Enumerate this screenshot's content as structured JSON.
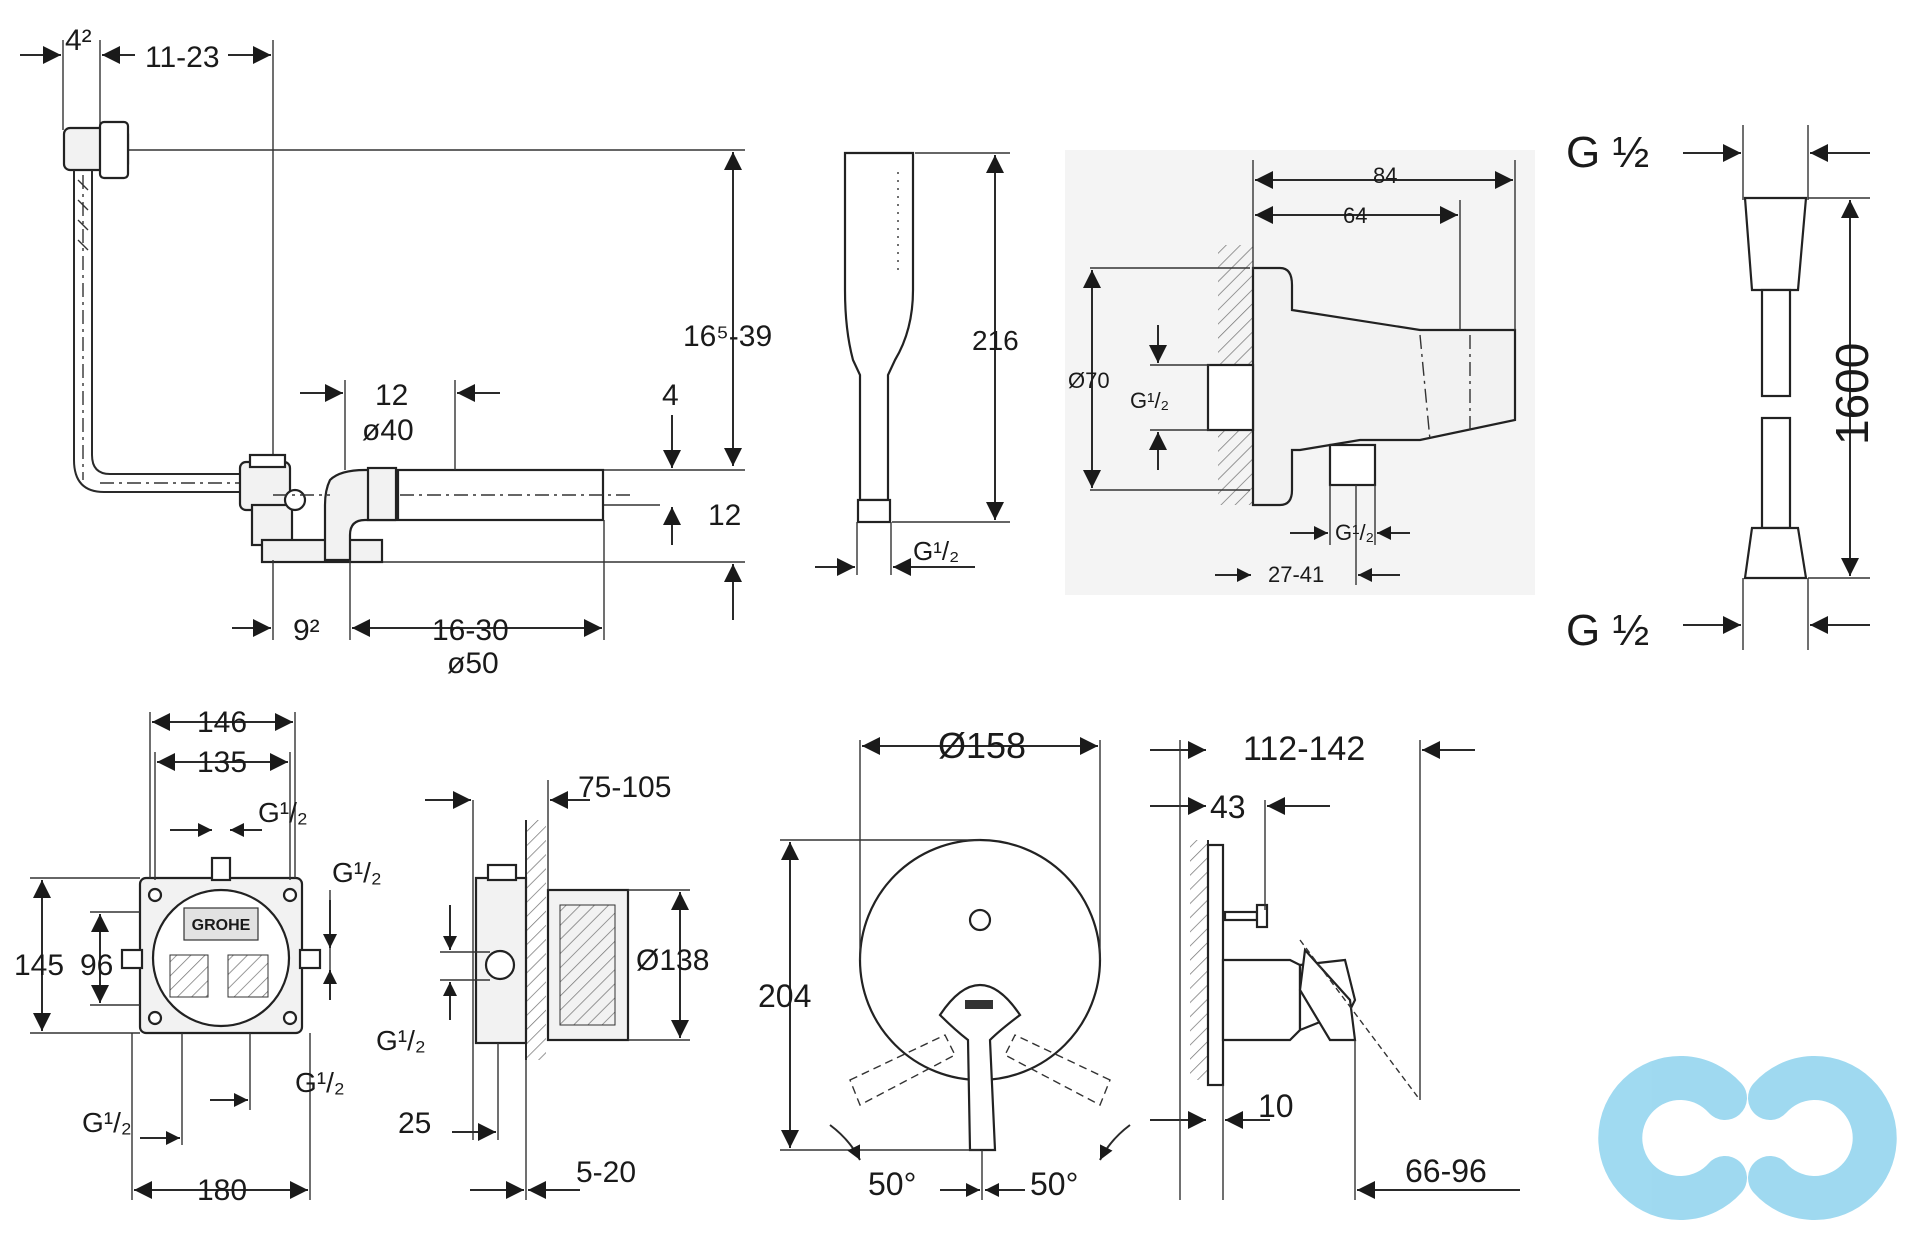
{
  "bath_waste": {
    "dim_top_small": "4²",
    "dim_top_range": "11-23",
    "dim_height": "16⁵-39",
    "dim_pipe_w": "12",
    "dim_pipe_d": "ø40",
    "dim_four": "4",
    "dim_twelve": "12",
    "dim_nine": "9²",
    "dim_len": "16-30",
    "dim_d50": "ø50"
  },
  "hand_shower": {
    "dim_height": "216",
    "thread": "G¹/₂"
  },
  "wall_elbow": {
    "dim_84": "84",
    "dim_64": "64",
    "dim_d70": "Ø70",
    "thread_in": "G¹/₂",
    "thread_out": "G¹/₂",
    "dim_range": "27-41"
  },
  "hose": {
    "thread_top": "G ½",
    "thread_bottom": "G ½",
    "length": "1600"
  },
  "rapido_front": {
    "dim_146": "146",
    "dim_135": "135",
    "thread_top": "G¹/₂",
    "thread_right": "G¹/₂",
    "dim_145": "145",
    "dim_96": "96",
    "thread_bottom_left": "G¹/₂",
    "thread_bottom_right": "G¹/₂",
    "dim_180": "180",
    "brand": "GROHE"
  },
  "rapido_side": {
    "dim_depth": "75-105",
    "dim_d138": "Ø138",
    "thread": "G¹/₂",
    "dim_25": "25",
    "dim_5_20": "5-20"
  },
  "trim_front": {
    "dim_d158": "Ø158",
    "dim_204": "204",
    "angle_left": "50°",
    "angle_right": "50°"
  },
  "trim_side": {
    "dim_depth": "112-142",
    "dim_43": "43",
    "dim_10": "10",
    "dim_66_96": "66-96"
  },
  "watermark": {
    "logo": "cd-logo"
  },
  "colors": {
    "line": "#2a2a2a",
    "watermark": "#8fd3ee"
  }
}
